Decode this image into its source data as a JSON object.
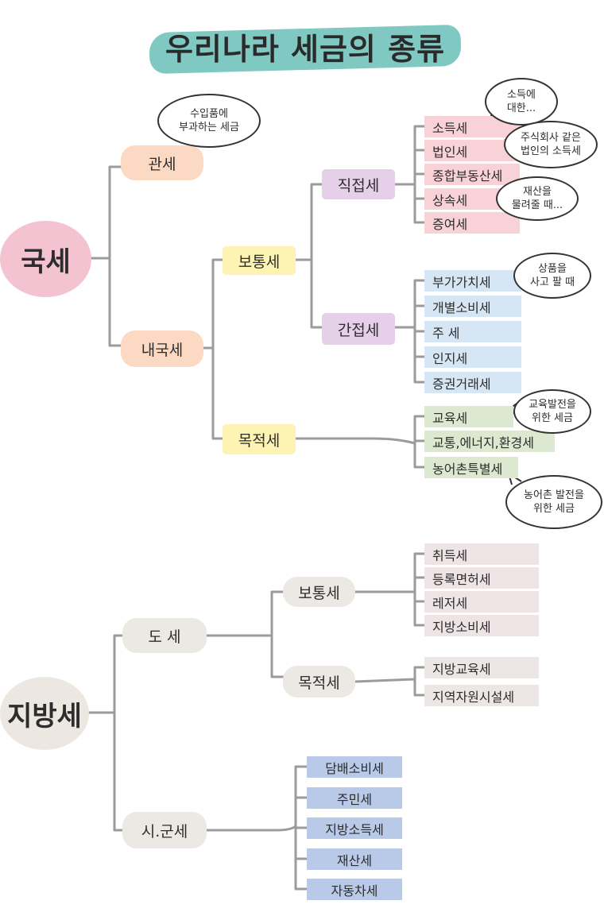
{
  "title": "우리나라 세금의 종류",
  "colors": {
    "line": "#9b9b9b",
    "root_national": "#f4c3d2",
    "root_local": "#ece7e1",
    "peach": "#fbd9c2",
    "yellow": "#fdf3b3",
    "lavender": "#e6cfe9",
    "gray_pill": "#ece8e3",
    "pink_leaf": "#f9d2d7",
    "blue_leaf": "#d6e6f5",
    "green_leaf": "#dce8d0",
    "mauve_leaf": "#eee3e5",
    "gray_leaf": "#ece6e4",
    "navy_leaf": "#b9c9e8",
    "title_band": "#7fc9c2"
  },
  "national": {
    "root": "국세",
    "customs": "관세",
    "internal": "내국세",
    "ordinary": "보통세",
    "direct": "직접세",
    "indirect": "간접세",
    "purpose": "목적세",
    "direct_taxes": [
      "소득세",
      "법인세",
      "종합부동산세",
      "상속세",
      "증여세"
    ],
    "indirect_taxes": [
      "부가가치세",
      "개별소비세",
      "주 세",
      "인지세",
      "증권거래세"
    ],
    "purpose_taxes": [
      "교육세",
      "교통,에너지,환경세",
      "농어촌특별세"
    ]
  },
  "local": {
    "root": "지방세",
    "province": "도 세",
    "city": "시.군세",
    "ordinary": "보통세",
    "purpose": "목적세",
    "ordinary_taxes": [
      "취득세",
      "등록면허세",
      "레저세",
      "지방소비세"
    ],
    "purpose_taxes": [
      "지방교육세",
      "지역자원시설세"
    ],
    "city_taxes": [
      "담배소비세",
      "주민세",
      "지방소득세",
      "재산세",
      "자동차세"
    ]
  },
  "bubbles": {
    "customs_note": "수입품에\n부과하는 세금",
    "income_note": "소득에\n대한...",
    "corporate_note": "주식회사 같은\n법인의 소득세",
    "inheritance_note": "재산을\n물려줄 때...",
    "vat_note": "상품을\n사고 팔 때",
    "education_note": "교육발전을\n위한 세금",
    "rural_note": "농어촌 발전을\n위한 세금"
  }
}
